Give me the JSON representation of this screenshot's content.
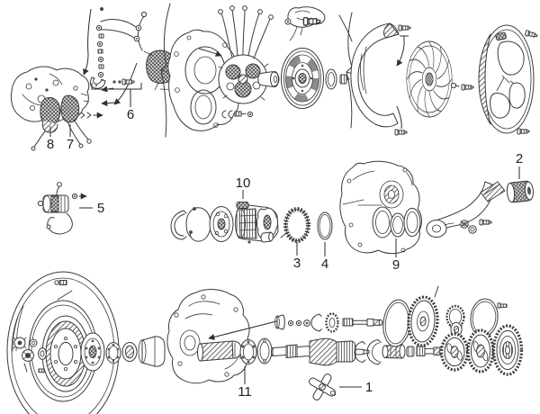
{
  "figure": {
    "type": "exploded-parts-diagram",
    "subject": "scooter engine exploded parts view: ignition, flywheel, cooling fan, clutch, kickstart, wheel hub and gearbox",
    "background": "#ffffff",
    "ink_color": "#3b3b3b",
    "label_color": "#222222",
    "callouts": [
      {
        "label": "1",
        "part": "gear-selector-cross"
      },
      {
        "label": "2",
        "part": "kickstart-pedal-rubber"
      },
      {
        "label": "3",
        "part": "clutch-spring-ring"
      },
      {
        "label": "4",
        "part": "o-ring"
      },
      {
        "label": "5",
        "part": "condenser-coil"
      },
      {
        "label": "6",
        "part": "wiring-harness-group"
      },
      {
        "label": "7",
        "part": "ignition-coil-right"
      },
      {
        "label": "8",
        "part": "ignition-coil-left"
      },
      {
        "label": "9",
        "part": "cover-oil-seal"
      },
      {
        "label": "10",
        "part": "clutch-spring"
      },
      {
        "label": "11",
        "part": "axle-bearing"
      }
    ]
  }
}
